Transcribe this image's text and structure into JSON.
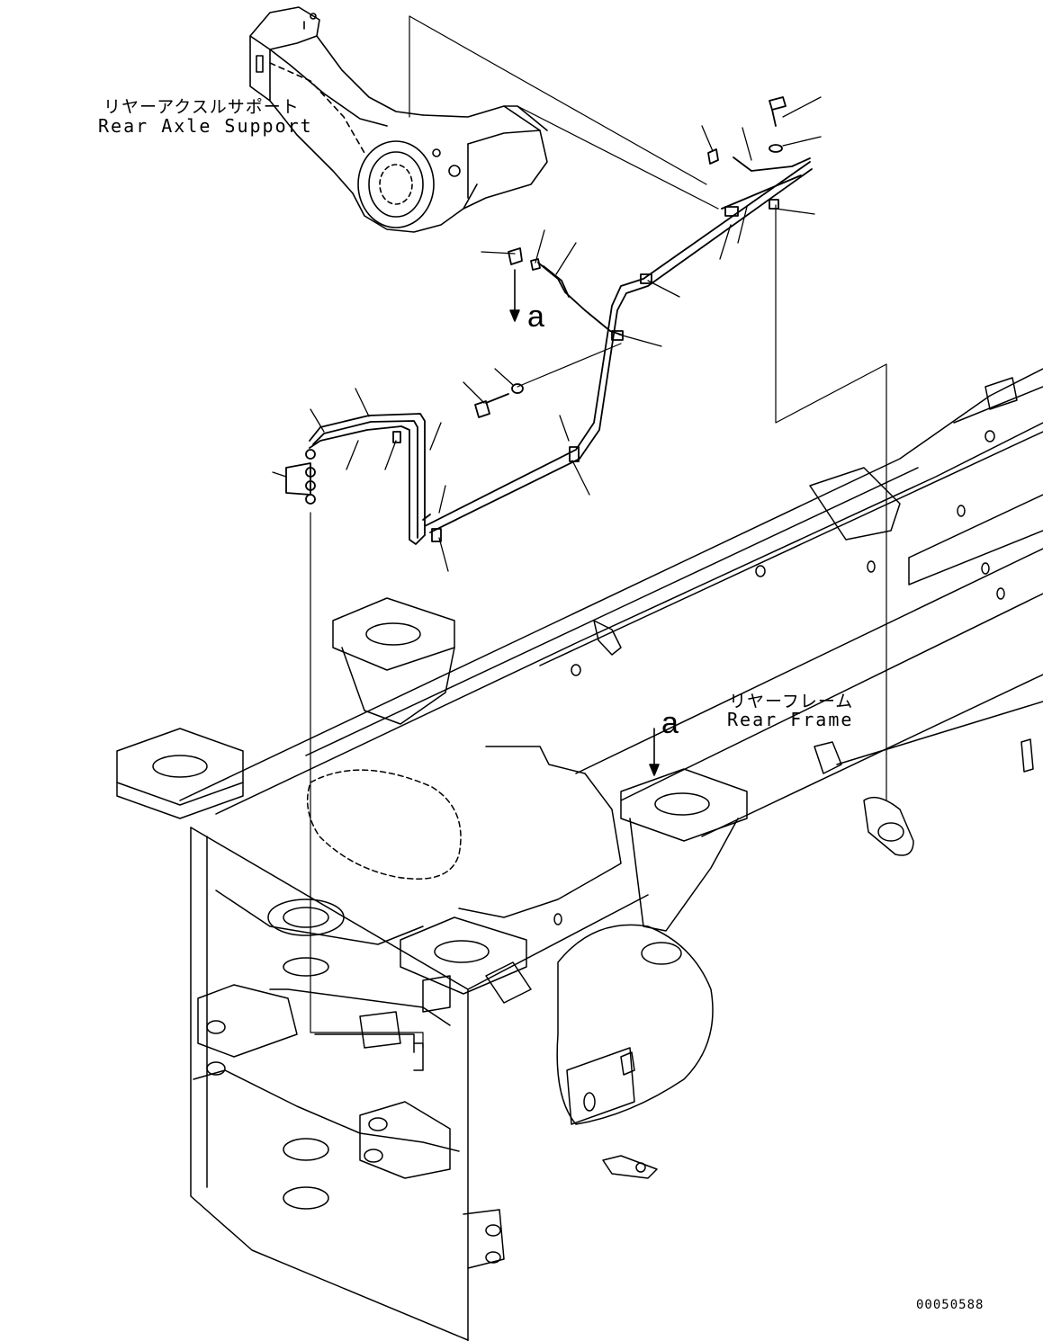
{
  "labels": {
    "rear_axle_support_jp": "リヤーアクスルサポート",
    "rear_axle_support_en": "Rear Axle Support",
    "rear_frame_jp": "リヤーフレーム",
    "rear_frame_en": "Rear Frame",
    "view_ref_1": "a",
    "view_ref_2": "a",
    "drawing_number": "00050588"
  }
}
